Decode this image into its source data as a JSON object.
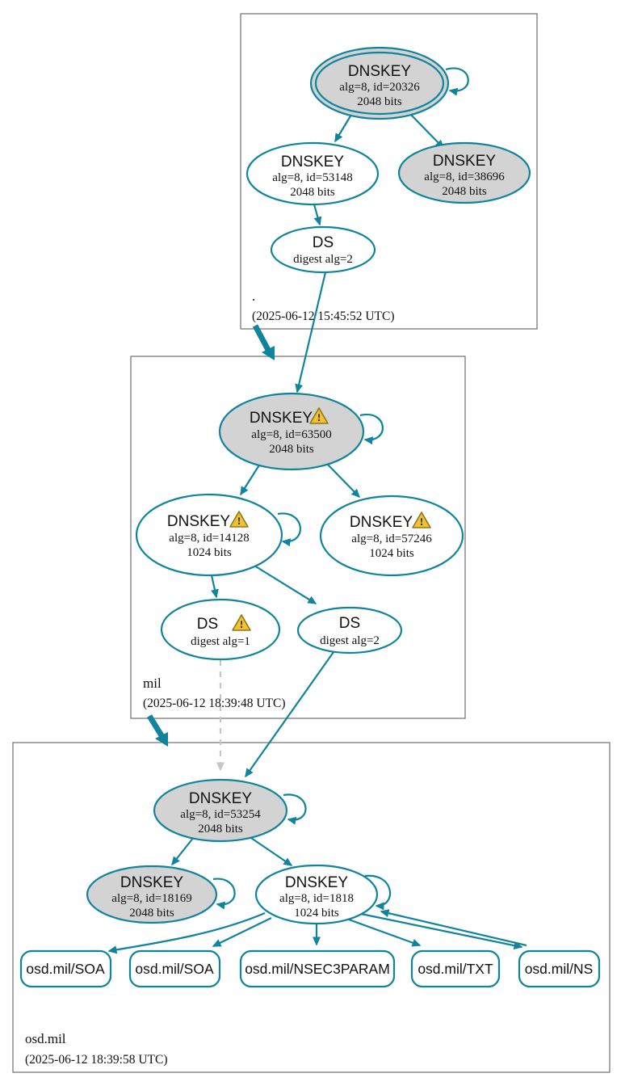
{
  "colors": {
    "edge_teal": "#0f849c",
    "node_gray_fill": "#d3d3d3",
    "node_white_fill": "#ffffff",
    "cluster_border_gray": "#6e6e6e",
    "insecure_dashed_gray": "#c6c6c6",
    "warning_yellow": "#f2c12e"
  },
  "icons": {
    "warning_glyph": "!"
  },
  "zones": [
    {
      "label": ".",
      "timestamp": "(2025-06-12 15:45:52 UTC)",
      "nodes": {
        "ksk": {
          "title": "DNSKEY",
          "attr1": "alg=8, id=20326",
          "attr2": "2048 bits"
        },
        "zsk": {
          "title": "DNSKEY",
          "attr1": "alg=8, id=53148",
          "attr2": "2048 bits"
        },
        "key2": {
          "title": "DNSKEY",
          "attr1": "alg=8, id=38696",
          "attr2": "2048 bits"
        },
        "ds": {
          "title": "DS",
          "attr1": "digest alg=2"
        }
      }
    },
    {
      "label": "mil",
      "timestamp": "(2025-06-12 18:39:48 UTC)",
      "nodes": {
        "ksk": {
          "title": "DNSKEY",
          "attr1": "alg=8, id=63500",
          "attr2": "2048 bits"
        },
        "zsk1": {
          "title": "DNSKEY",
          "attr1": "alg=8, id=14128",
          "attr2": "1024 bits"
        },
        "zsk2": {
          "title": "DNSKEY",
          "attr1": "alg=8, id=57246",
          "attr2": "1024 bits"
        },
        "ds1": {
          "title": "DS",
          "attr1": "digest alg=1"
        },
        "ds2": {
          "title": "DS",
          "attr1": "digest alg=2"
        }
      }
    },
    {
      "label": "osd.mil",
      "timestamp": "(2025-06-12 18:39:58 UTC)",
      "nodes": {
        "ksk": {
          "title": "DNSKEY",
          "attr1": "alg=8, id=53254",
          "attr2": "2048 bits"
        },
        "key18169": {
          "title": "DNSKEY",
          "attr1": "alg=8, id=18169",
          "attr2": "2048 bits"
        },
        "zsk": {
          "title": "DNSKEY",
          "attr1": "alg=8, id=1818",
          "attr2": "1024 bits"
        }
      },
      "rrsets": [
        {
          "label": "osd.mil/SOA"
        },
        {
          "label": "osd.mil/SOA"
        },
        {
          "label": "osd.mil/NSEC3PARAM"
        },
        {
          "label": "osd.mil/TXT"
        },
        {
          "label": "osd.mil/NS"
        }
      ]
    }
  ]
}
